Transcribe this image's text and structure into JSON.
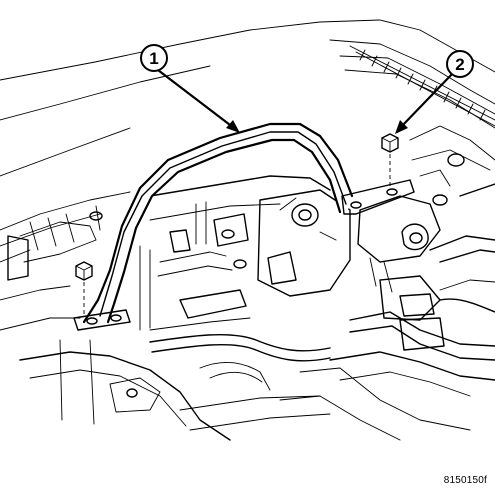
{
  "callouts": [
    {
      "number": "1",
      "label_for": "strut-tower-brace"
    },
    {
      "number": "2",
      "label_for": "nut"
    }
  ],
  "figure_id": "8150150f"
}
